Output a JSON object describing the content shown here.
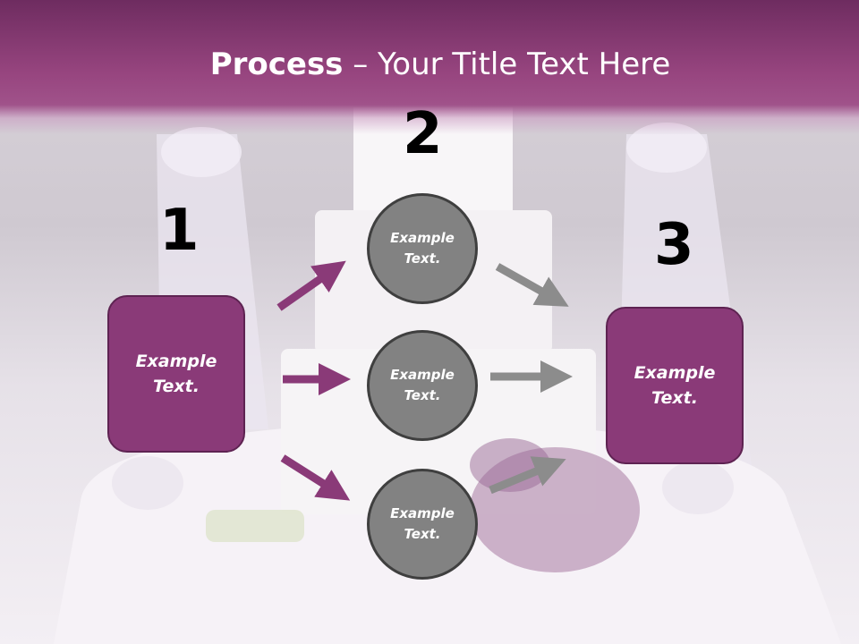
{
  "slide": {
    "title_bold": "Process",
    "title_rest": " – Your Title Text Here"
  },
  "steps": [
    {
      "number": "1",
      "label": "Example Text."
    },
    {
      "number": "2"
    },
    {
      "number": "3",
      "label": "Example Text."
    }
  ],
  "circles": [
    {
      "label": "Example Text."
    },
    {
      "label": "Example Text."
    },
    {
      "label": "Example Text."
    }
  ],
  "colors": {
    "header": "#97457f",
    "box_fill": "#8a3a78",
    "box_border": "#5e2352",
    "circle_fill": "#828282",
    "circle_border": "#3f3f3f",
    "arrow_left": "#8a3a78",
    "arrow_right": "#8c8c8c"
  }
}
